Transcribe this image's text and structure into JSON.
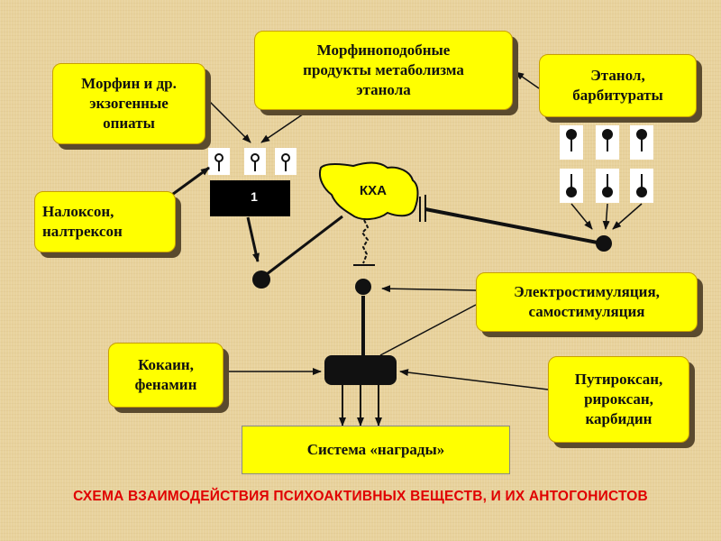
{
  "boxes": {
    "morphine": "Морфин и др.\nэкзогенные\nопиаты",
    "metabolism": "Морфиноподобные\nпродукты метаболизма\nэтанола",
    "ethanol": "Этанол,\nбарбитураты",
    "naloxone": "Налоксон,\nналтрексон",
    "electro": "Электростимуляция,\nсамостимуляция",
    "cocaine": "Кокаин,\nфенамин",
    "putiroxan": "Путироксан,\npироксан,\nкарбидин",
    "reward": "Система «награды»"
  },
  "labels": {
    "receptor_block": "1",
    "kha": "КХА"
  },
  "caption": "СХЕМА ВЗАИМОДЕЙСТВИЯ ПСИХОАКТИВНЫХ ВЕЩЕСТВ, И ИХ АНТОГОНИСТОВ",
  "colors": {
    "box_fill": "#ffff00",
    "caption": "#e00000",
    "background": "#e8d29c"
  }
}
